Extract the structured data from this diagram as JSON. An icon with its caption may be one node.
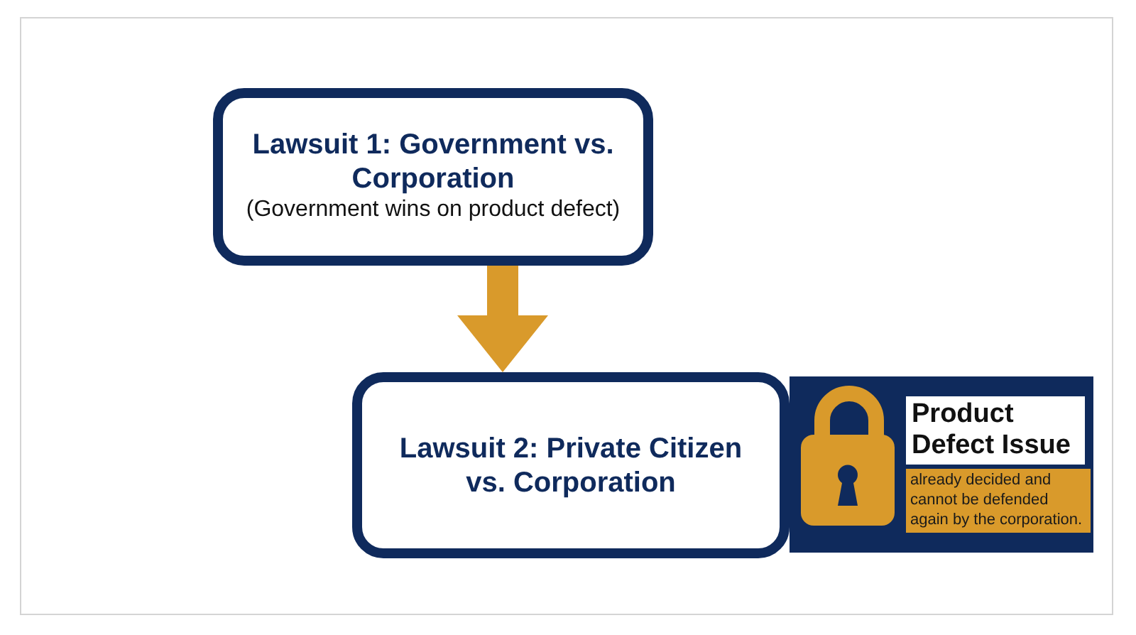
{
  "diagram": {
    "nodes": [
      {
        "text": [
          "Lawsuit 1: Government vs. Corporation",
          "(Government wins on product defect)"
        ]
      },
      {
        "text": [
          "Lawsuit 2: Private Citizen vs. Corporation"
        ]
      },
      {
        "text": [
          "Product Defect Issue",
          "already decided and cannot be defended again by the corporation."
        ]
      }
    ],
    "edges": [
      {
        "from": 0,
        "to": 1,
        "arrow": "to"
      }
    ]
  }
}
